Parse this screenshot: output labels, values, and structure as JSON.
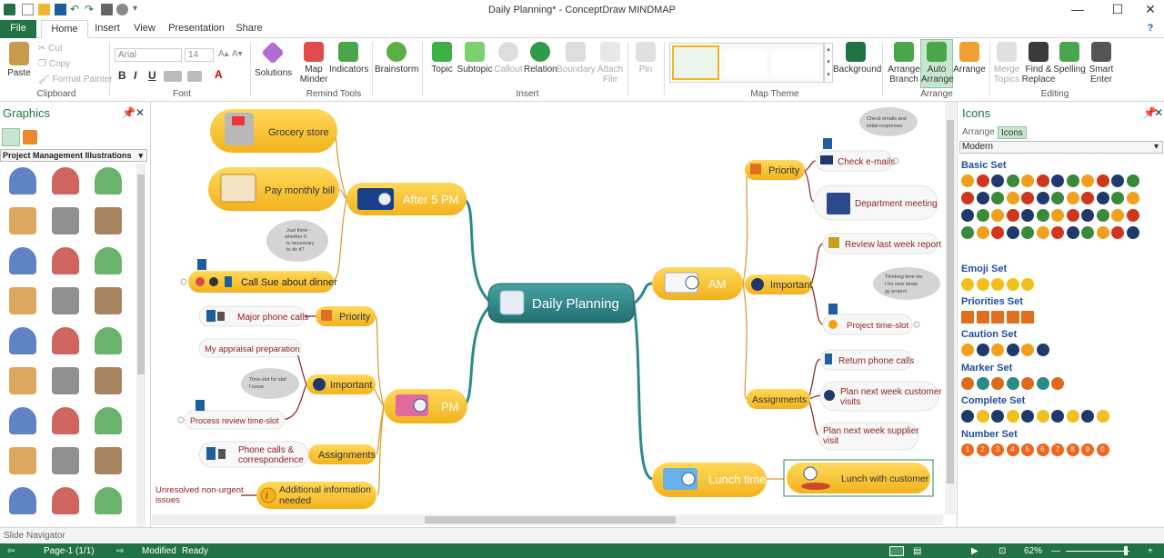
{
  "window": {
    "title": "Daily Planning* - ConceptDraw MINDMAP",
    "controls": {
      "minimize": "—",
      "maximize": "☐",
      "close": "✕"
    }
  },
  "tabs": [
    "File",
    "Home",
    "Insert",
    "View",
    "Presentation",
    "Share"
  ],
  "help": "?",
  "ribbon": {
    "clipboard": {
      "paste": "Paste",
      "cut": "Cut",
      "copy": "Copy",
      "format_painter": "Format Painter",
      "label": "Clipboard"
    },
    "font": {
      "family": "Arial",
      "size": "14",
      "bold": "B",
      "italic": "I",
      "underline": "U",
      "color": "A",
      "label": "Font"
    },
    "remind": {
      "solutions": "Solutions",
      "map_minder": "Map Minder",
      "indicators": "Indicators",
      "label": "Remind Tools"
    },
    "brainstorm": "Brainstorm",
    "insert": {
      "topic": "Topic",
      "subtopic": "Subtopic",
      "callout": "Callout",
      "relation": "Relation",
      "boundary": "Boundary",
      "attach_file": "Attach File",
      "label": "Insert"
    },
    "pin": "Pin",
    "theme": {
      "label": "Map Theme",
      "background": "Background"
    },
    "arrange": {
      "branch": "Arrange Branch",
      "auto": "Auto Arrange",
      "arrange": "Arrange",
      "label": "Arrange"
    },
    "editing": {
      "merge": "Merge Topics",
      "find": "Find & Replace",
      "spelling": "Spelling",
      "smart": "Smart Enter",
      "label": "Editing"
    }
  },
  "left_panel": {
    "title": "Graphics",
    "pin": "📌",
    "close": "✕",
    "category": "Project Management Illustrations",
    "chevron": "▾"
  },
  "mindmap": {
    "central": "Daily Planning",
    "main_topics": {
      "after5": "After 5 PM",
      "pm": "PM",
      "am": "AM",
      "lunch": "Lunch time"
    },
    "after5_children": [
      "Grocery store",
      "Pay monthly bill",
      "Call Sue about dinner"
    ],
    "callout_sue": "Just think - whether it is necessary to do it?",
    "pm_children": {
      "priority": "Priority",
      "major_calls": "Major phone calls",
      "important": "Important",
      "appraisal": "My appraisal preparation",
      "process_review": "Process review time-slot",
      "callout_staff": "Time-slot for staff issue",
      "assignments": "Assignments",
      "phone_calls": "Phone calls & correspondence",
      "additional": "Additional information needed",
      "unresolved": "Unresolved non-urgent issues"
    },
    "am_children": {
      "priority": "Priority",
      "check_emails": "Check e-mails",
      "callout_emails": "Check emails and initial responses",
      "dept_meeting": "Department meeting",
      "important": "Important",
      "review_report": "Review last week report",
      "project_slot": "Project time-slot",
      "callout_strategy": "Thinking time-slot for new strategy project",
      "assignments": "Assignments",
      "return_calls": "Return phone calls",
      "plan_customer": "Plan next week customer visits",
      "plan_supplier": "Plan next week supplier visit"
    },
    "lunch_child": "Lunch with customer"
  },
  "right_panel": {
    "title": "Icons",
    "tabs": [
      "Arrange",
      "Icons"
    ],
    "style": "Modern",
    "sets": [
      "Basic Set",
      "Emoji Set",
      "Priorities Set",
      "Caution Set",
      "Marker Set",
      "Complete Set",
      "Number Set"
    ],
    "numbers": [
      "1",
      "2",
      "3",
      "4",
      "5",
      "6",
      "7",
      "8",
      "9",
      "0"
    ]
  },
  "slide_navigator": "Slide Navigator",
  "status": {
    "page": "Page-1 (1/1)",
    "modified": "Modified",
    "ready": "Ready",
    "zoom": "62%"
  },
  "colors": {
    "accent": "#217346",
    "topic_fill": "#f6c12c",
    "central_fill": "#2d8a8a",
    "branch": "#2d8a8a"
  }
}
